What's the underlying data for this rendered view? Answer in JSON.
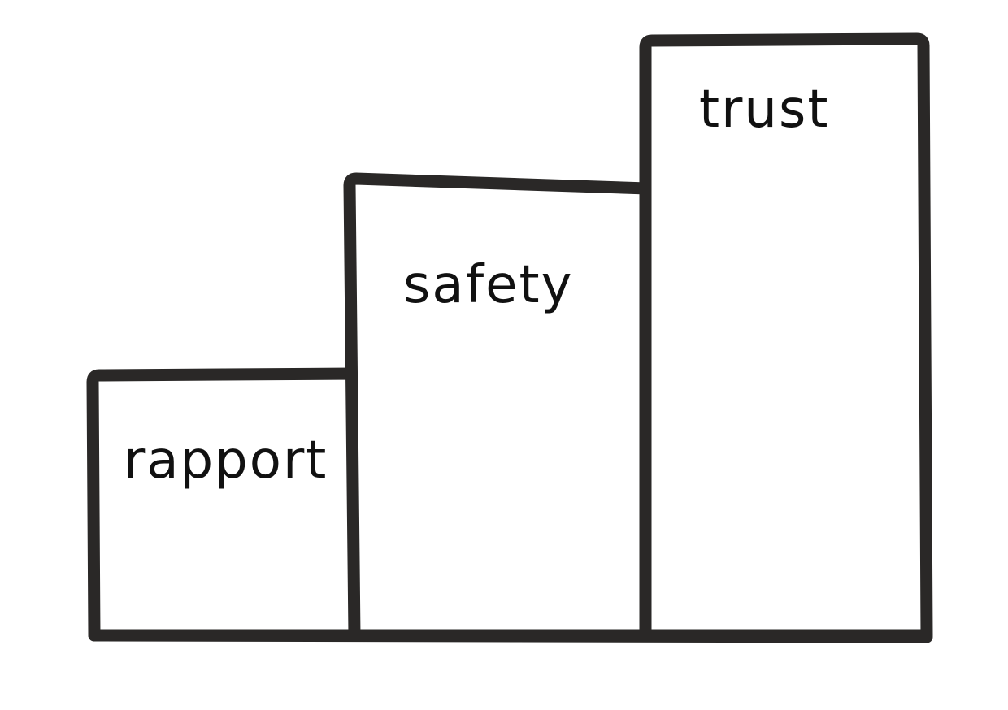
{
  "steps": [
    {
      "id": "rapport",
      "label": "rapport",
      "level": 1
    },
    {
      "id": "safety",
      "label": "safety",
      "level": 2
    },
    {
      "id": "trust",
      "label": "trust",
      "level": 3
    }
  ],
  "colors": {
    "stroke": "#2a2827",
    "fill": "#ffffff",
    "text": "#111111"
  }
}
